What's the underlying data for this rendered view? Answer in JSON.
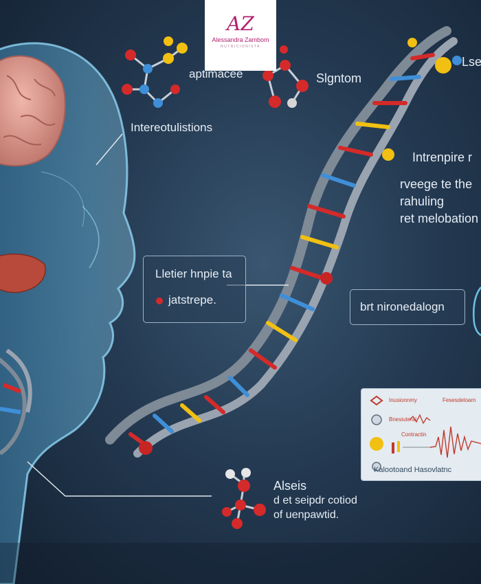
{
  "logo": {
    "monogram": "AZ",
    "name": "Alessandra Zambom",
    "subtitle": "NUTRICIONISTA"
  },
  "labels": {
    "top_molecule": "aptimacee",
    "signal": "Slgntom",
    "top_right": "Lse",
    "brain_note": "Intereotulistions",
    "right_title": "Intrenpire r",
    "right_line1": "rveege te the",
    "right_line2": "rahuling",
    "right_line3": "ret melobation",
    "box_left_line1": "Lletier hnpie ta",
    "box_left_line2": "jatstrepe.",
    "box_right": "brt nironedalogn",
    "bottom_title": "Alseis",
    "bottom_line1": "d et seipdr cotiod",
    "bottom_line2": "of uenpawtid."
  },
  "panel": {
    "row1_left": "Inusionnmy",
    "row1_right": "Fesesdeloarn",
    "row2": "Bnesiuteral",
    "row3": "Contractin",
    "footer": "Kalootoand Hasovlatnc"
  },
  "colors": {
    "bg_center": "#3a5670",
    "bg_edge": "#142233",
    "head": "#5fb0d8",
    "brain": "#d99a8f",
    "liver": "#b84a3c",
    "dna_backbone": "#8c96a3",
    "accent_red": "#d42a2a",
    "accent_yellow": "#f2c012",
    "accent_blue": "#3f8fd8",
    "logo_magenta": "#b01f6e"
  }
}
